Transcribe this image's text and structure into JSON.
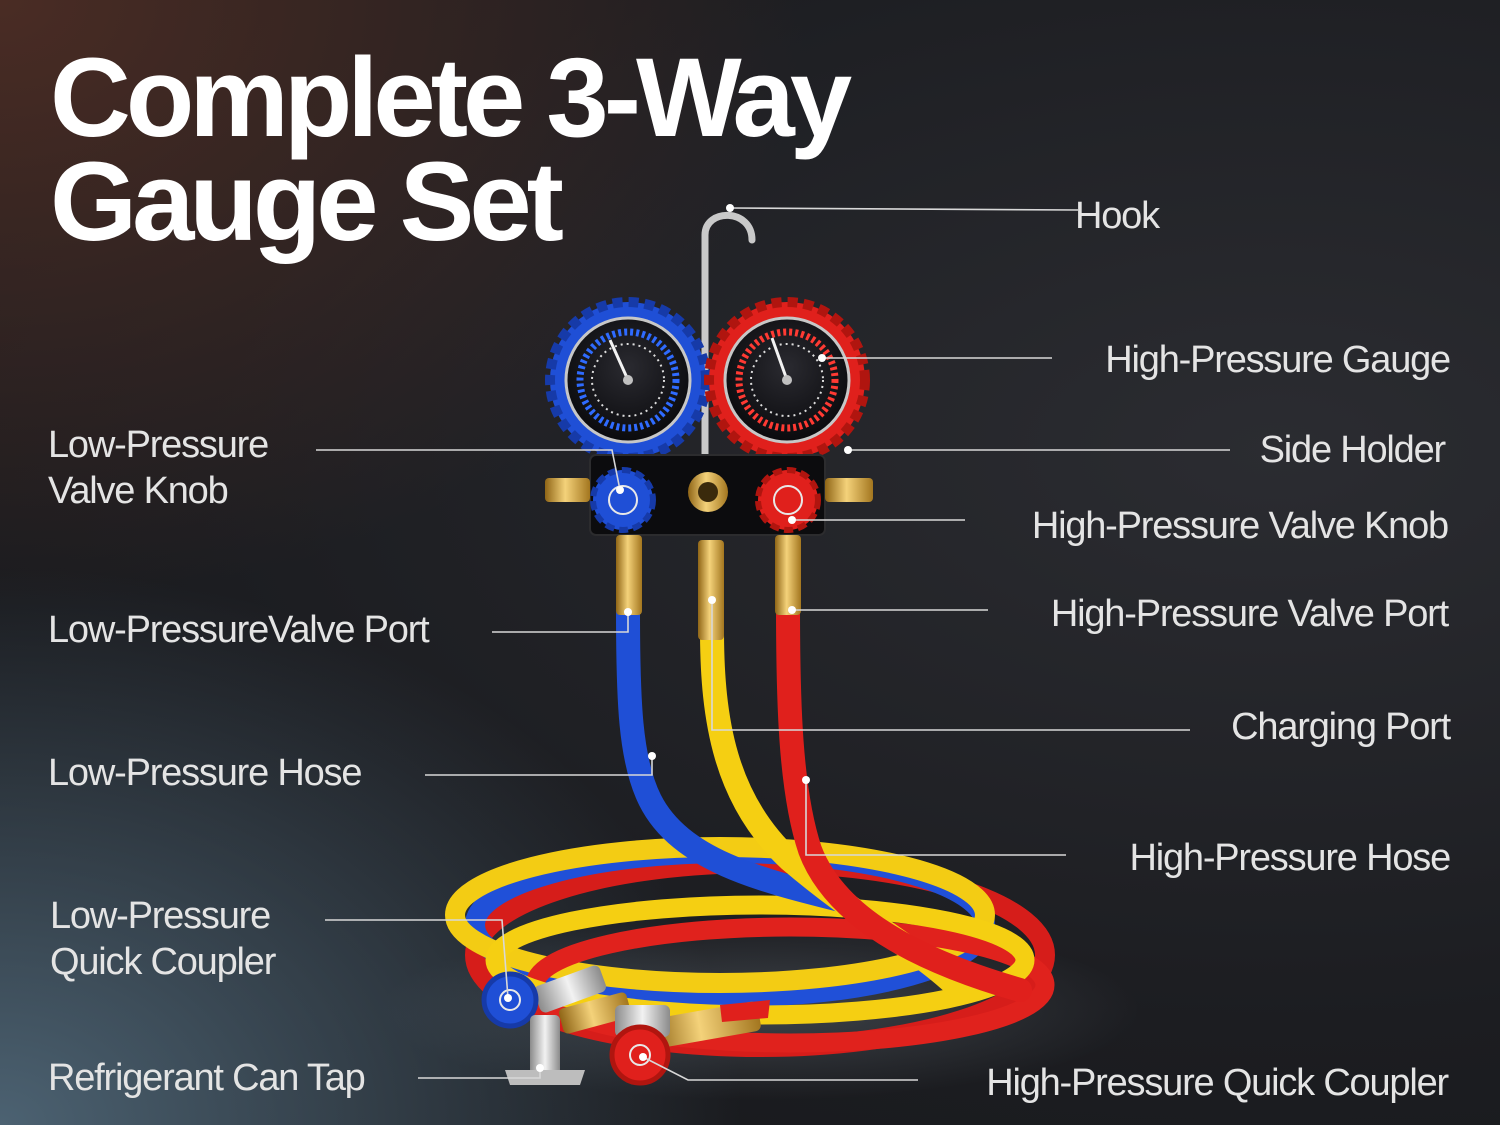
{
  "title": {
    "line1": "Complete 3-Way",
    "line2": "Gauge Set"
  },
  "callouts": {
    "hook": "Hook",
    "high_pressure_gauge": "High-Pressure Gauge",
    "side_holder": "Side Holder",
    "high_pressure_valve_knob": "High-Pressure Valve Knob",
    "high_pressure_valve_port": "High-Pressure Valve Port",
    "charging_port": "Charging Port",
    "high_pressure_hose": "High-Pressure Hose",
    "high_pressure_quick_coupler": "High-Pressure Quick Coupler",
    "low_pressure_valve_knob": [
      "Low-Pressure",
      "Valve Knob"
    ],
    "low_pressure_valve_port": "Low-PressureValve Port",
    "low_pressure_hose": "Low-Pressure Hose",
    "low_pressure_quick_coupler": [
      "Low-Pressure",
      "Quick Coupler"
    ],
    "refrigerant_can_tap": "Refrigerant Can Tap"
  },
  "colors": {
    "low_side": "#1f4fd6",
    "high_side": "#e0201c",
    "charging": "#f5cf12",
    "brass": "#d9a63a",
    "manifold": "#0c0c0e",
    "label_text": "#e4e4e4",
    "leader_line": "#d8d8d8"
  }
}
